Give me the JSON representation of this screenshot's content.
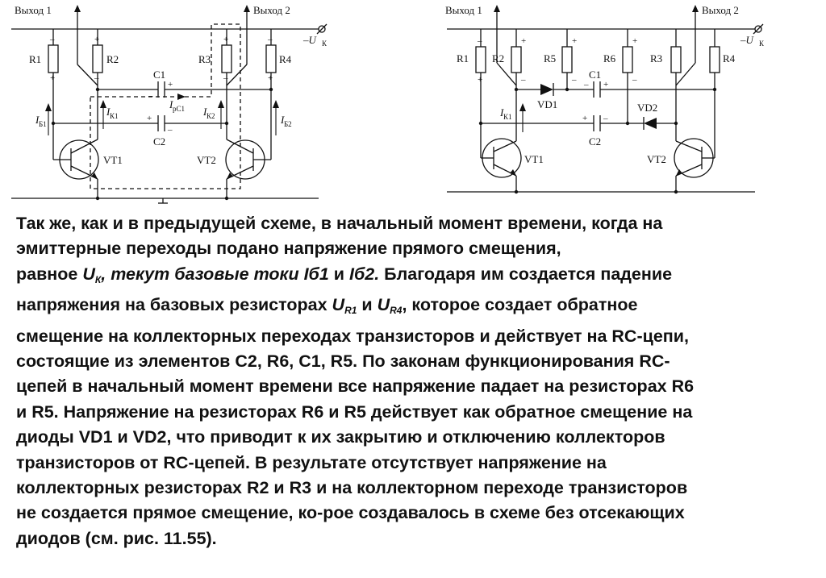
{
  "left_schematic": {
    "output1": "Выход 1",
    "output2": "Выход 2",
    "supply": "–U",
    "supply_sub": "К",
    "resistors": [
      "R1",
      "R2",
      "R3",
      "R4"
    ],
    "capacitors": [
      "C1",
      "C2"
    ],
    "transistors": [
      "VT1",
      "VT2"
    ],
    "current_labels": {
      "ib1": "I",
      "ib1_sub": "Б1",
      "ik1": "I",
      "ik1_sub": "К1",
      "irc1": "I",
      "irc1_sub": "рС1",
      "ik2": "I",
      "ik2_sub": "К2",
      "ib2": "I",
      "ib2_sub": "Б2"
    }
  },
  "right_schematic": {
    "output1": "Выход 1",
    "output2": "Выход 2",
    "supply": "–U",
    "supply_sub": "К",
    "resistors": [
      "R1",
      "R2",
      "R5",
      "R6",
      "R3",
      "R4"
    ],
    "capacitors": [
      "C1",
      "C2"
    ],
    "diodes": [
      "VD1",
      "VD2"
    ],
    "transistors": [
      "VT1",
      "VT2"
    ],
    "current_labels": {
      "ik1": "I",
      "ik1_sub": "К1"
    }
  },
  "description": {
    "l1": "Так же, как и в предыдущей схеме, в начальный момент времени, когда на",
    "l2": "эмиттерные переходы подано напряжение прямого смещения,",
    "l3a": "равное ",
    "l3_uk": "U",
    "l3_uk_sub": "К",
    "l3b": ", текут базовые токи ",
    "l3_ib1": "Iб1",
    "l3c": " и ",
    "l3_ib2": "Iб2.",
    "l3d": " Благодаря им создается падение",
    "l4a": "напряжения на базовых резисторах ",
    "l4_ur1": "U",
    "l4_ur1_sub": "R1",
    "l4b": " и ",
    "l4_ur4": "U",
    "l4_ur4_sub": "R4",
    "l4c": ", которое создает обратное",
    "l5": "смещение на коллекторных переходах транзисторов и действует на RC-цепи,",
    "l6": "состоящие из элементов С2, R6, C1, R5. По законам функционирования RC-",
    "l7": "цепей в начальный момент времени все напряжение падает на резисторах R6",
    "l8": "и R5. Напряжение на резисторах R6 и R5 действует как обратное смещение на",
    "l9": "диоды VD1 и VD2, что приводит к их закрытию и отключению коллекторов",
    "l10": "транзисторов от RC-цепей. В результате отсутствует напряжение на",
    "l11": "коллекторных резисторах R2 и R3 и на коллекторном переходе транзисторов",
    "l12": "не создается прямое смещение, ко-рое создавалось в схеме без отсекающих",
    "l13": "диодов (см. рис. 11.55)."
  }
}
